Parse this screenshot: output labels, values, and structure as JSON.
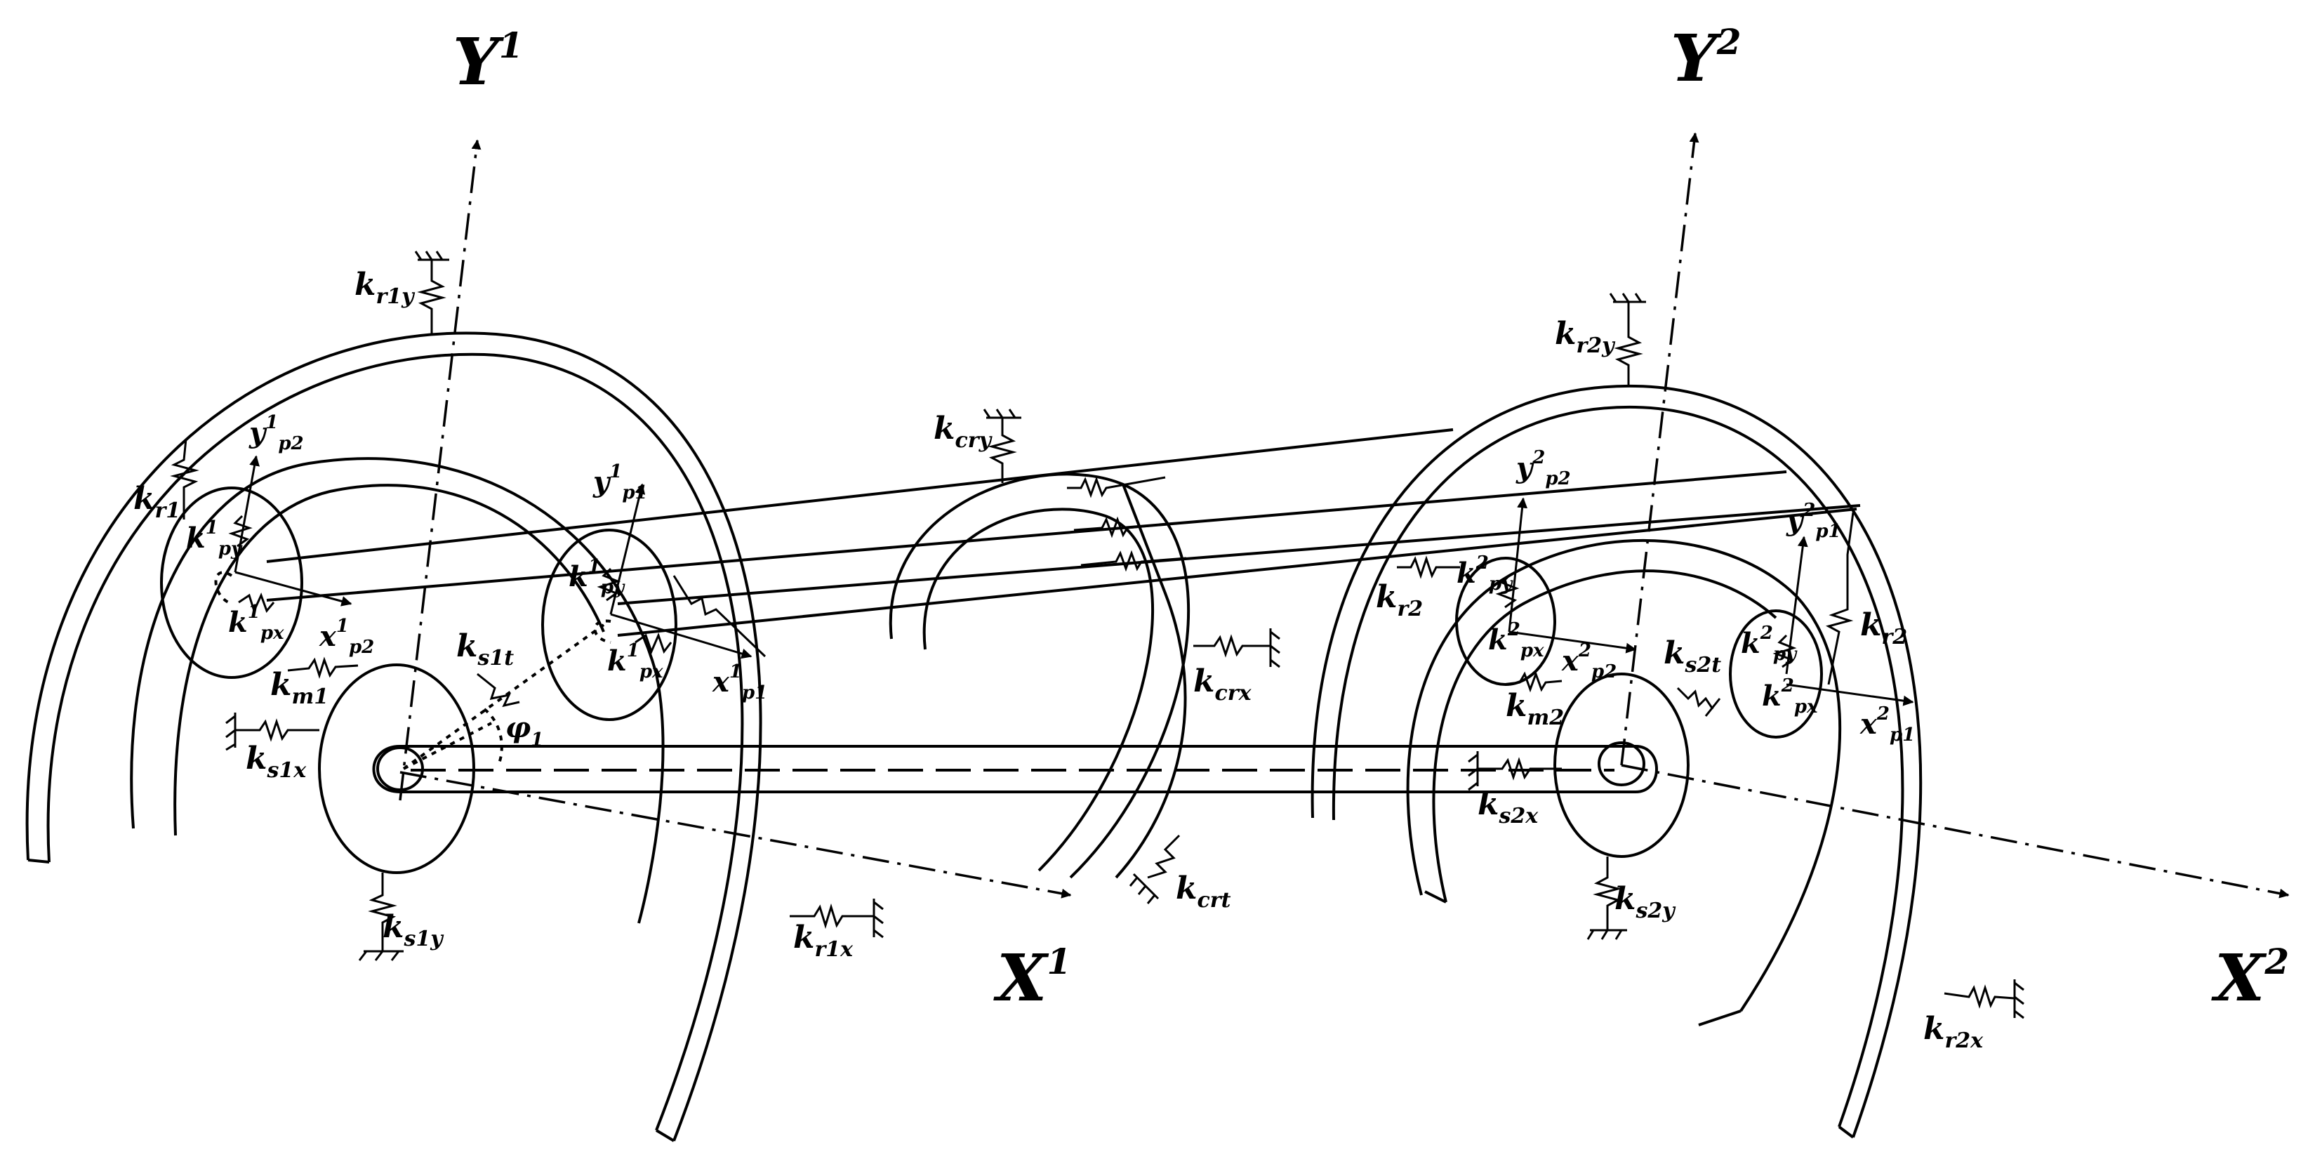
{
  "axes": {
    "y1": "Y",
    "y1_sup": "1",
    "y2": "Y",
    "y2_sup": "2",
    "x1": "X",
    "x1_sup": "1",
    "x2": "X",
    "x2_sup": "2"
  },
  "stage1_labels": {
    "kr1y": "k",
    "kr1y_sub": "r1y",
    "kr1": "k",
    "kr1_sub": "r1",
    "kr1x": "k",
    "kr1x_sub": "r1x",
    "ks1x": "k",
    "ks1x_sub": "s1x",
    "ks1y": "k",
    "ks1y_sub": "s1y",
    "ks1t": "k",
    "ks1t_sub": "s1t",
    "km1": "k",
    "km1_sub": "m1",
    "phi": "φ",
    "phi_sub": "1",
    "p2_kpy": "k",
    "p2_kpy_sup": "1",
    "p2_kpy_sub": "py",
    "p2_kpx": "k",
    "p2_kpx_sup": "1",
    "p2_kpx_sub": "px",
    "p2_y": "y",
    "p2_y_sup": "1",
    "p2_y_sub": "p2",
    "p2_x": "x",
    "p2_x_sup": "1",
    "p2_x_sub": "p2",
    "p1_kpy": "k",
    "p1_kpy_sup": "1",
    "p1_kpy_sub": "py",
    "p1_kpx": "k",
    "p1_kpx_sup": "1",
    "p1_kpx_sub": "px",
    "p1_y": "y",
    "p1_y_sup": "1",
    "p1_y_sub": "p1",
    "p1_x": "x",
    "p1_x_sup": "1",
    "p1_x_sub": "p1"
  },
  "carrier_labels": {
    "kcry": "k",
    "kcry_sub": "cry",
    "kcrx": "k",
    "kcrx_sub": "crx",
    "kcrt": "k",
    "kcrt_sub": "crt"
  },
  "stage2_labels": {
    "kr2y": "k",
    "kr2y_sub": "r2y",
    "kr2_left": "k",
    "kr2_left_sub": "r2",
    "kr2_right": "k",
    "kr2_right_sub": "r2",
    "kr2x": "k",
    "kr2x_sub": "r2x",
    "ks2x": "k",
    "ks2x_sub": "s2x",
    "ks2y": "k",
    "ks2y_sub": "s2y",
    "ks2t": "k",
    "ks2t_sub": "s2t",
    "km2": "k",
    "km2_sub": "m2",
    "p2_kpy": "k",
    "p2_kpy_sup": "2",
    "p2_kpy_sub": "py",
    "p2_kpx": "k",
    "p2_kpx_sup": "2",
    "p2_kpx_sub": "px",
    "p2_y": "y",
    "p2_y_sup": "2",
    "p2_y_sub": "p2",
    "p2_x": "x",
    "p2_x_sup": "2",
    "p2_x_sub": "p2",
    "p1_kpy": "k",
    "p1_kpy_sup": "2",
    "p1_kpy_sub": "py",
    "p1_kpx": "k",
    "p1_kpx_sup": "2",
    "p1_kpx_sub": "px",
    "p1_y": "y",
    "p1_y_sup": "2",
    "p1_y_sub": "p1",
    "p1_x": "x",
    "p1_x_sup": "2",
    "p1_x_sub": "p1"
  }
}
